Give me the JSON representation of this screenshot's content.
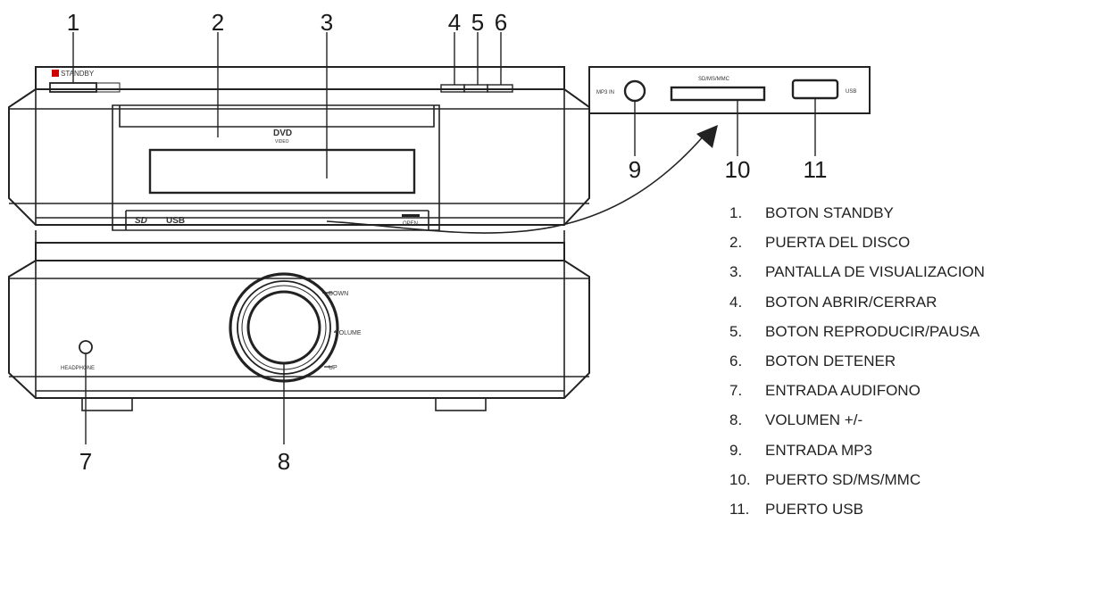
{
  "callouts": {
    "c1": "1",
    "c2": "2",
    "c3": "3",
    "c4": "4",
    "c5": "5",
    "c6": "6",
    "c7": "7",
    "c8": "8",
    "c9": "9",
    "c10": "10",
    "c11": "11"
  },
  "panel_labels": {
    "standby": "STANDBY",
    "dvd": "DVD",
    "dvd_sub": "VIDEO",
    "sd_logo": "SD",
    "usb_logo": "USB",
    "open": "OPEN",
    "down": "DOWN",
    "volume": "VOLUME",
    "up": "UP",
    "headphone": "HEADPHONE",
    "mp3_in": "MP3 IN",
    "sd_ms_mmc": "SD/MS/MMC",
    "usb": "USB"
  },
  "legend": [
    {
      "num": "1.",
      "label": "BOTON STANDBY"
    },
    {
      "num": "2.",
      "label": "PUERTA DEL DISCO"
    },
    {
      "num": "3.",
      "label": "PANTALLA DE VISUALIZACION"
    },
    {
      "num": "4.",
      "label": "BOTON ABRIR/CERRAR"
    },
    {
      "num": "5.",
      "label": "BOTON REPRODUCIR/PAUSA"
    },
    {
      "num": "6.",
      "label": "BOTON DETENER"
    },
    {
      "num": "7.",
      "label": "ENTRADA AUDIFONO"
    },
    {
      "num": "8.",
      "label": "VOLUMEN +/-"
    },
    {
      "num": "9.",
      "label": "ENTRADA MP3"
    },
    {
      "num": "10.",
      "label": "PUERTO SD/MS/MMC"
    },
    {
      "num": "11.",
      "label": "PUERTO USB"
    }
  ]
}
